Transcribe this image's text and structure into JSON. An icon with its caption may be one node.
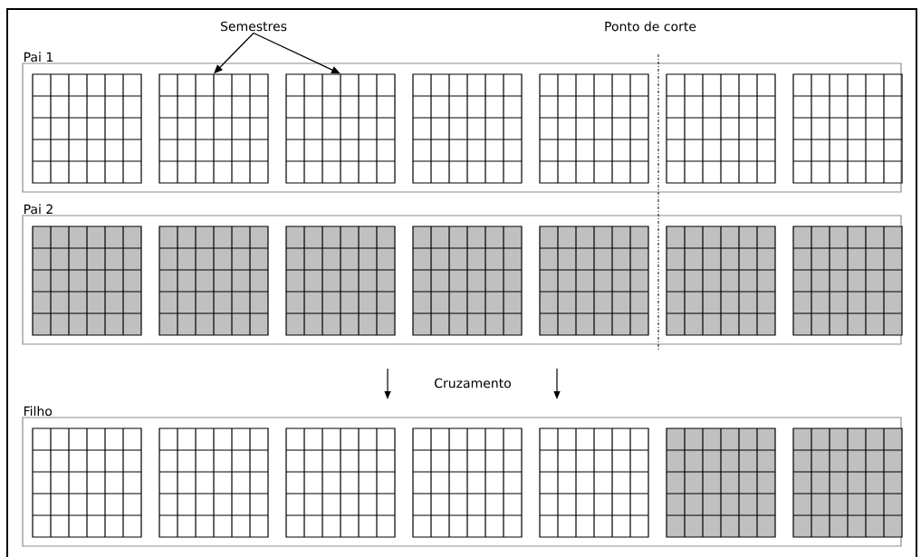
{
  "diagram": {
    "nodes": [
      {
        "text": [
          "Pai 1"
        ]
      },
      {
        "text": [],
        "shape": "grid",
        "in": 0
      },
      {
        "text": [],
        "shape": "grid",
        "in": 0
      },
      {
        "text": [],
        "shape": "grid",
        "in": 0
      },
      {
        "text": [],
        "shape": "grid",
        "in": 0
      },
      {
        "text": [],
        "shape": "grid",
        "in": 0
      },
      {
        "text": [],
        "shape": "grid",
        "in": 0
      },
      {
        "text": [],
        "shape": "grid",
        "in": 0
      },
      {
        "text": [
          "Pai 2"
        ]
      },
      {
        "text": [],
        "shape": "grid",
        "in": 8
      },
      {
        "text": [],
        "shape": "grid",
        "in": 8
      },
      {
        "text": [],
        "shape": "grid",
        "in": 8
      },
      {
        "text": [],
        "shape": "grid",
        "in": 8
      },
      {
        "text": [],
        "shape": "grid",
        "in": 8
      },
      {
        "text": [],
        "shape": "grid",
        "in": 8
      },
      {
        "text": [],
        "shape": "grid",
        "in": 8
      },
      {
        "text": [
          "Filho"
        ]
      },
      {
        "text": [],
        "shape": "grid",
        "in": 16
      },
      {
        "text": [],
        "shape": "grid",
        "in": 16
      },
      {
        "text": [],
        "shape": "grid",
        "in": 16
      },
      {
        "text": [],
        "shape": "grid",
        "in": 16
      },
      {
        "text": [],
        "shape": "grid",
        "in": 16
      },
      {
        "text": [],
        "shape": "grid",
        "in": 16
      },
      {
        "text": [],
        "shape": "grid",
        "in": 16
      },
      {
        "text": [
          "Semestres"
        ]
      }
    ],
    "edges": [
      {
        "from": 24,
        "to": 2,
        "arrow": "to"
      },
      {
        "from": 24,
        "to": 3,
        "arrow": "to"
      }
    ],
    "labels": [
      "Ponto de corte",
      "Cruzamento"
    ]
  }
}
